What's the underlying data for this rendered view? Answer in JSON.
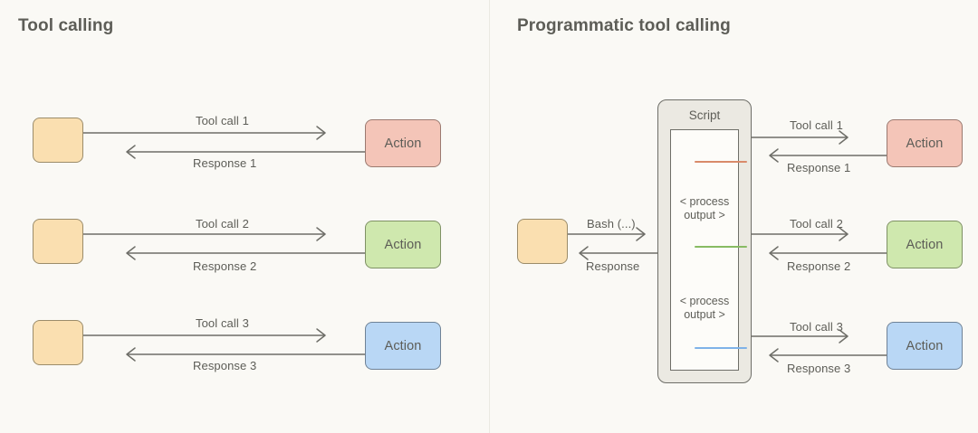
{
  "background_color": "#faf9f5",
  "panels": {
    "left": {
      "title": "Tool calling",
      "agent_box_label": "",
      "rows": [
        {
          "request_label": "Tool call 1",
          "response_label": "Response 1",
          "action_label": "Action",
          "color": "#f4c5b8"
        },
        {
          "request_label": "Tool call 2",
          "response_label": "Response 2",
          "action_label": "Action",
          "color": "#cfe8ae"
        },
        {
          "request_label": "Tool call 3",
          "response_label": "Response 3",
          "action_label": "Action",
          "color": "#b9d7f5"
        }
      ]
    },
    "right": {
      "title": "Programmatic tool calling",
      "agent_box_label": "",
      "bash_label": "Bash (...)",
      "bash_response_label": "Response",
      "script": {
        "title": "Script",
        "code_lines": [
          {
            "color": "#d98a6a"
          },
          {
            "color": "#88bb63"
          },
          {
            "color": "#7fb2e8"
          }
        ],
        "process_text_1": "< process\noutput >",
        "process_text_2": "< process\noutput >"
      },
      "rows": [
        {
          "request_label": "Tool call 1",
          "response_label": "Response 1",
          "action_label": "Action",
          "color": "#f4c5b8"
        },
        {
          "request_label": "Tool call 2",
          "response_label": "Response 2",
          "action_label": "Action",
          "color": "#cfe8ae"
        },
        {
          "request_label": "Tool call 3",
          "response_label": "Response 3",
          "action_label": "Action",
          "color": "#b9d7f5"
        }
      ]
    }
  }
}
